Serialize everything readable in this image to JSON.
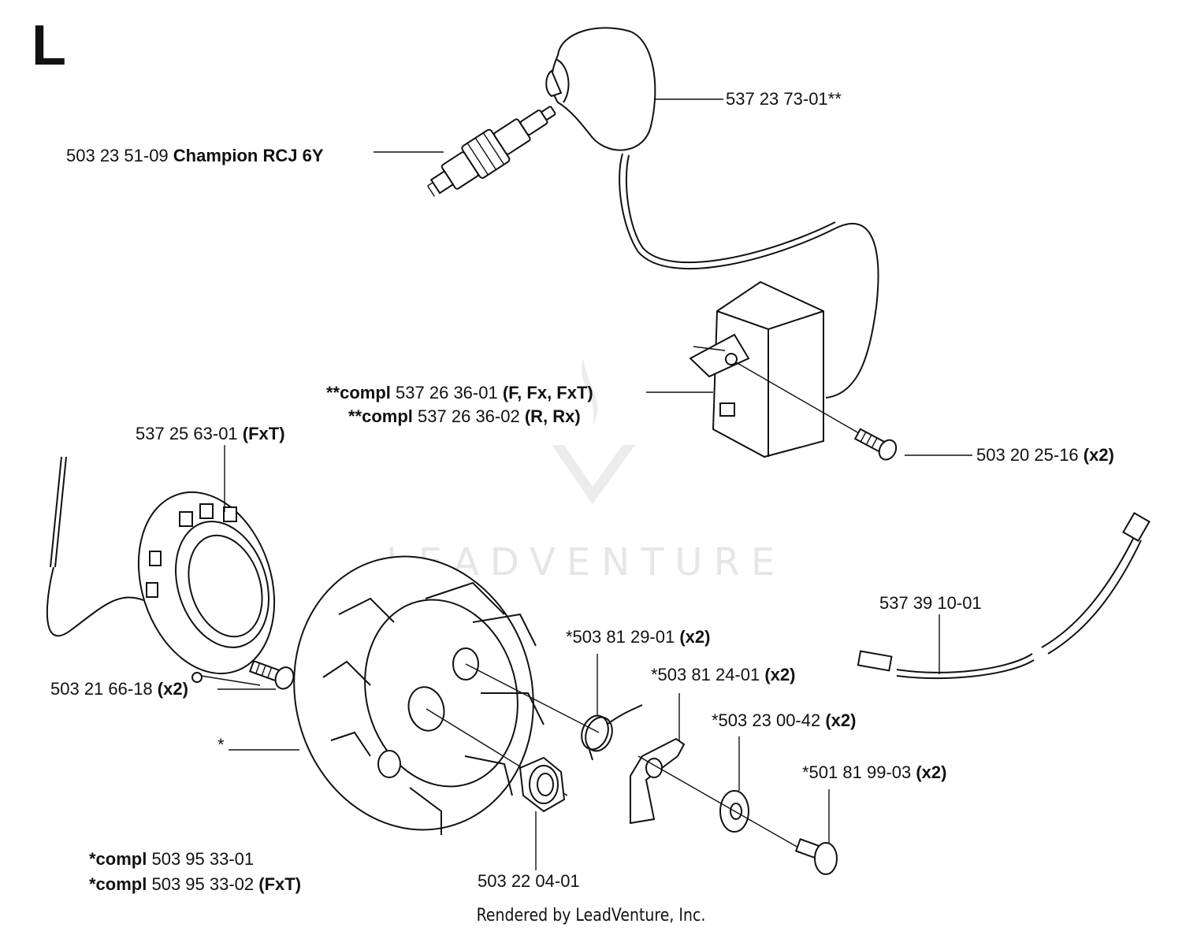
{
  "section_letter": "L",
  "footer": "Rendered by LeadVenture, Inc.",
  "watermark": "LEADVENTURE",
  "labels": {
    "spark_plug": {
      "part": "503 23 51-09",
      "note": "Champion RCJ 6Y"
    },
    "plug_cap": {
      "part": "537 23 73-01**"
    },
    "ignition_module_1": {
      "prefix": "**compl",
      "part": "537 26 36-01",
      "note": "(F, Fx, FxT)"
    },
    "ignition_module_2": {
      "prefix": "**compl",
      "part": "537 26 36-02",
      "note": "(R, Rx)"
    },
    "module_screw": {
      "part": "503 20 25-16",
      "note": "(x2)"
    },
    "stator": {
      "part": "537 25 63-01",
      "note": "(FxT)"
    },
    "wire": {
      "part": "537 39 10-01"
    },
    "spring": {
      "part": "*503 81 29-01",
      "note": "(x2)"
    },
    "pawl": {
      "part": "*503 81 24-01",
      "note": "(x2)"
    },
    "washer": {
      "part": "*503 23 00-42",
      "note": "(x2)"
    },
    "shoulder_screw": {
      "part": "*501 81 99-03",
      "note": "(x2)"
    },
    "stator_screw": {
      "part": "503 21 66-18",
      "note": "(x2)"
    },
    "flywheel_star": {
      "part": "*"
    },
    "flywheel_1": {
      "prefix": "*compl",
      "part": "503 95 33-01"
    },
    "flywheel_2": {
      "prefix": "*compl",
      "part": "503 95 33-02",
      "note": "(FxT)"
    },
    "nut": {
      "part": "503 22 04-01"
    }
  }
}
